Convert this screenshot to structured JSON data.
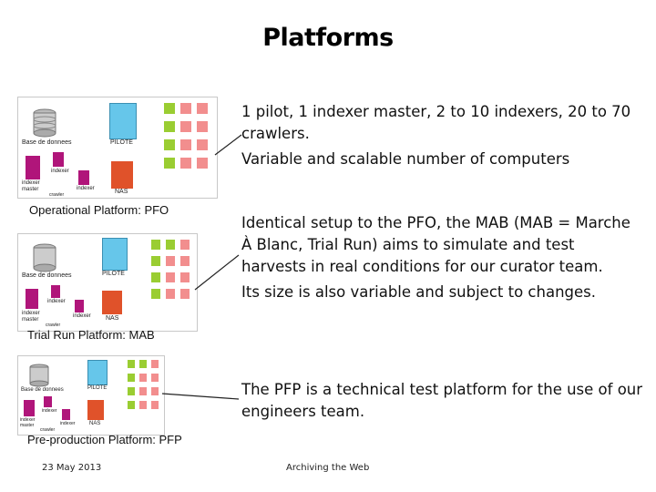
{
  "title": "Platforms",
  "blocks": [
    {
      "lines": [
        "1 pilot, 1 indexer master, 2 to 10 indexers, 20 to 70",
        "crawlers.",
        "Variable and scalable number of computers"
      ],
      "caption": "Operational Platform: PFO",
      "labels": {
        "db": "Base de donnees",
        "pilote": "PILOTE",
        "nas": "NAS",
        "idx_master": "indexer master",
        "idx_a": "indexer",
        "idx_b": "indexer",
        "crawler": "crawler"
      }
    },
    {
      "lines": [
        "Identical setup to the PFO, the MAB (MAB = Marche",
        "À Blanc, Trial Run) aims to simulate and test",
        "harvests in real conditions for our curator team.",
        "Its size is also variable and subject to changes."
      ],
      "caption": "Trial Run Platform: MAB",
      "labels": {
        "db": "Base de donnees",
        "pilote": "PILOTE",
        "nas": "NAS",
        "idx_master": "indexer master",
        "idx_a": "indexer",
        "idx_b": "indexer",
        "crawler": "crawler"
      }
    },
    {
      "lines": [
        "The PFP is a technical test platform for the use of our",
        "engineers team."
      ],
      "caption": "Pre-production Platform: PFP",
      "labels": {
        "db": "Base de donnees",
        "pilote": "PILOTE",
        "nas": "NAS",
        "idx_master": "indexer master",
        "idx_a": "indexer",
        "idx_b": "indexer",
        "crawler": "crawler"
      }
    }
  ],
  "footer": {
    "date": "23 May 2013",
    "center": "Archiving the Web"
  },
  "colors": {
    "server_green": "#9acd32",
    "server_red": "#f28e8e",
    "pilote_blue": "#66c6ea",
    "indexer_magenta": "#b0157a",
    "nas_orange": "#e0522a"
  }
}
